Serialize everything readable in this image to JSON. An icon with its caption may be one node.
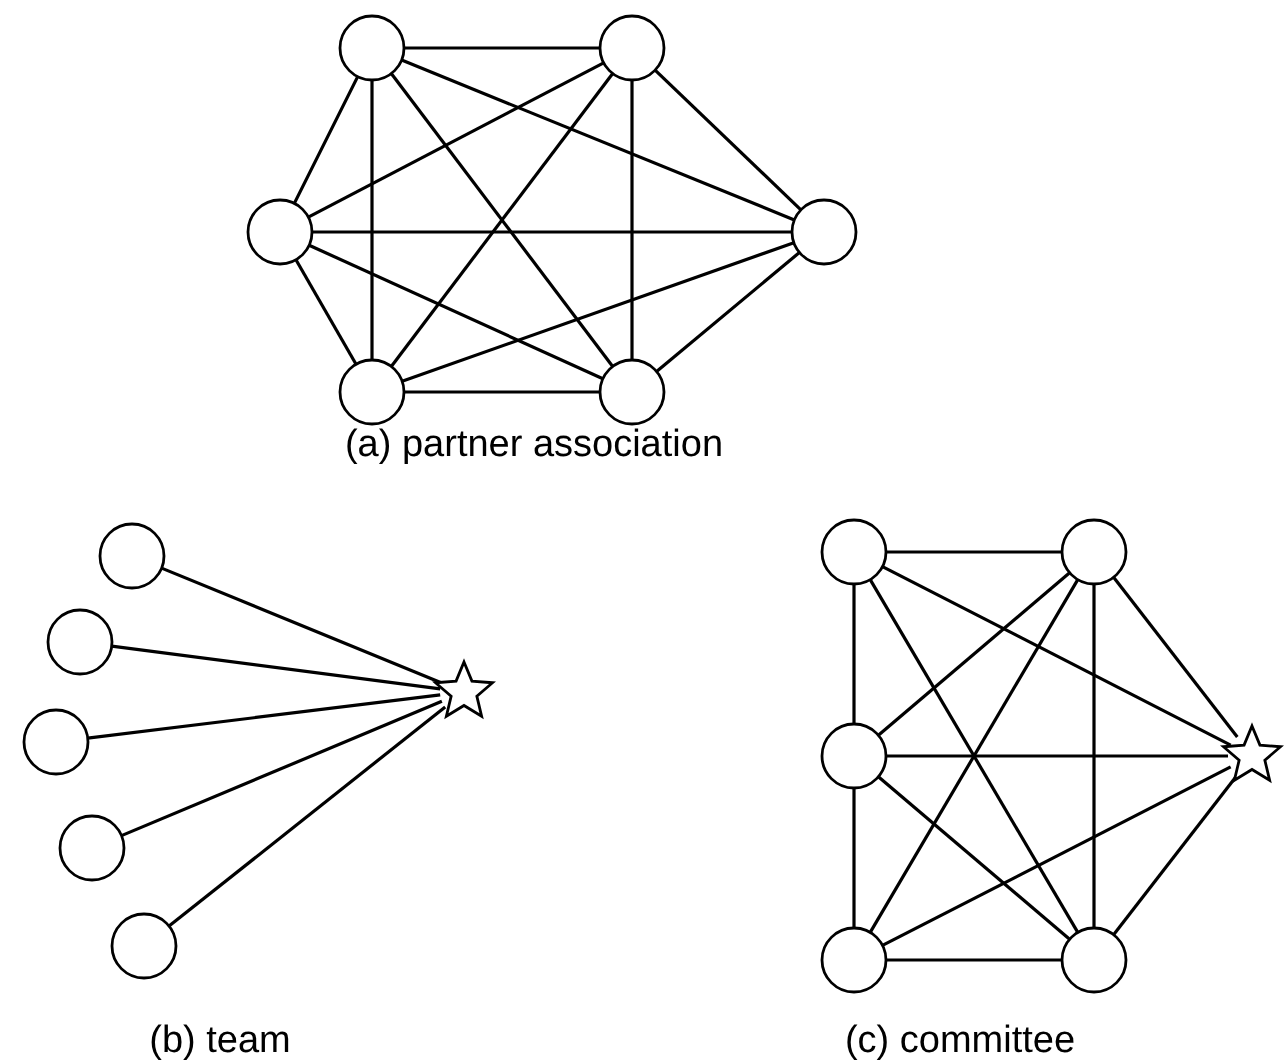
{
  "diagram": {
    "nodes": [
      {
        "text": [],
        "shape": "circle"
      },
      {
        "text": [],
        "shape": "circle"
      },
      {
        "text": [],
        "shape": "circle"
      },
      {
        "text": [],
        "shape": "circle"
      },
      {
        "text": [],
        "shape": "circle"
      },
      {
        "text": [],
        "shape": "circle"
      },
      {
        "text": [],
        "shape": "circle"
      },
      {
        "text": [],
        "shape": "circle"
      },
      {
        "text": [],
        "shape": "circle"
      },
      {
        "text": [],
        "shape": "circle"
      },
      {
        "text": [],
        "shape": "circle"
      },
      {
        "text": [],
        "shape": "star"
      },
      {
        "text": [],
        "shape": "circle"
      },
      {
        "text": [],
        "shape": "circle"
      },
      {
        "text": [],
        "shape": "circle"
      },
      {
        "text": [],
        "shape": "circle"
      },
      {
        "text": [],
        "shape": "circle"
      },
      {
        "text": [],
        "shape": "star"
      }
    ],
    "edges": [
      {
        "from": 0,
        "to": 1,
        "arrow": "none"
      },
      {
        "from": 0,
        "to": 2,
        "arrow": "none"
      },
      {
        "from": 0,
        "to": 3,
        "arrow": "none"
      },
      {
        "from": 0,
        "to": 4,
        "arrow": "none"
      },
      {
        "from": 0,
        "to": 5,
        "arrow": "none"
      },
      {
        "from": 1,
        "to": 2,
        "arrow": "none"
      },
      {
        "from": 1,
        "to": 3,
        "arrow": "none"
      },
      {
        "from": 1,
        "to": 4,
        "arrow": "none"
      },
      {
        "from": 1,
        "to": 5,
        "arrow": "none"
      },
      {
        "from": 2,
        "to": 3,
        "arrow": "none"
      },
      {
        "from": 2,
        "to": 4,
        "arrow": "none"
      },
      {
        "from": 2,
        "to": 5,
        "arrow": "none"
      },
      {
        "from": 3,
        "to": 4,
        "arrow": "none"
      },
      {
        "from": 3,
        "to": 5,
        "arrow": "none"
      },
      {
        "from": 4,
        "to": 5,
        "arrow": "none"
      },
      {
        "from": 6,
        "to": 11,
        "arrow": "none"
      },
      {
        "from": 7,
        "to": 11,
        "arrow": "none"
      },
      {
        "from": 8,
        "to": 11,
        "arrow": "none"
      },
      {
        "from": 9,
        "to": 11,
        "arrow": "none"
      },
      {
        "from": 10,
        "to": 11,
        "arrow": "none"
      },
      {
        "from": 12,
        "to": 13,
        "arrow": "none"
      },
      {
        "from": 12,
        "to": 14,
        "arrow": "none"
      },
      {
        "from": 12,
        "to": 16,
        "arrow": "none"
      },
      {
        "from": 12,
        "to": 17,
        "arrow": "none"
      },
      {
        "from": 13,
        "to": 14,
        "arrow": "none"
      },
      {
        "from": 13,
        "to": 15,
        "arrow": "none"
      },
      {
        "from": 13,
        "to": 16,
        "arrow": "none"
      },
      {
        "from": 13,
        "to": 17,
        "arrow": "none"
      },
      {
        "from": 14,
        "to": 15,
        "arrow": "none"
      },
      {
        "from": 14,
        "to": 16,
        "arrow": "none"
      },
      {
        "from": 14,
        "to": 17,
        "arrow": "none"
      },
      {
        "from": 15,
        "to": 16,
        "arrow": "none"
      },
      {
        "from": 15,
        "to": 17,
        "arrow": "none"
      },
      {
        "from": 16,
        "to": 17,
        "arrow": "none"
      }
    ],
    "labels": [
      "(a) partner association",
      "(b) team",
      "(c) committee"
    ]
  }
}
